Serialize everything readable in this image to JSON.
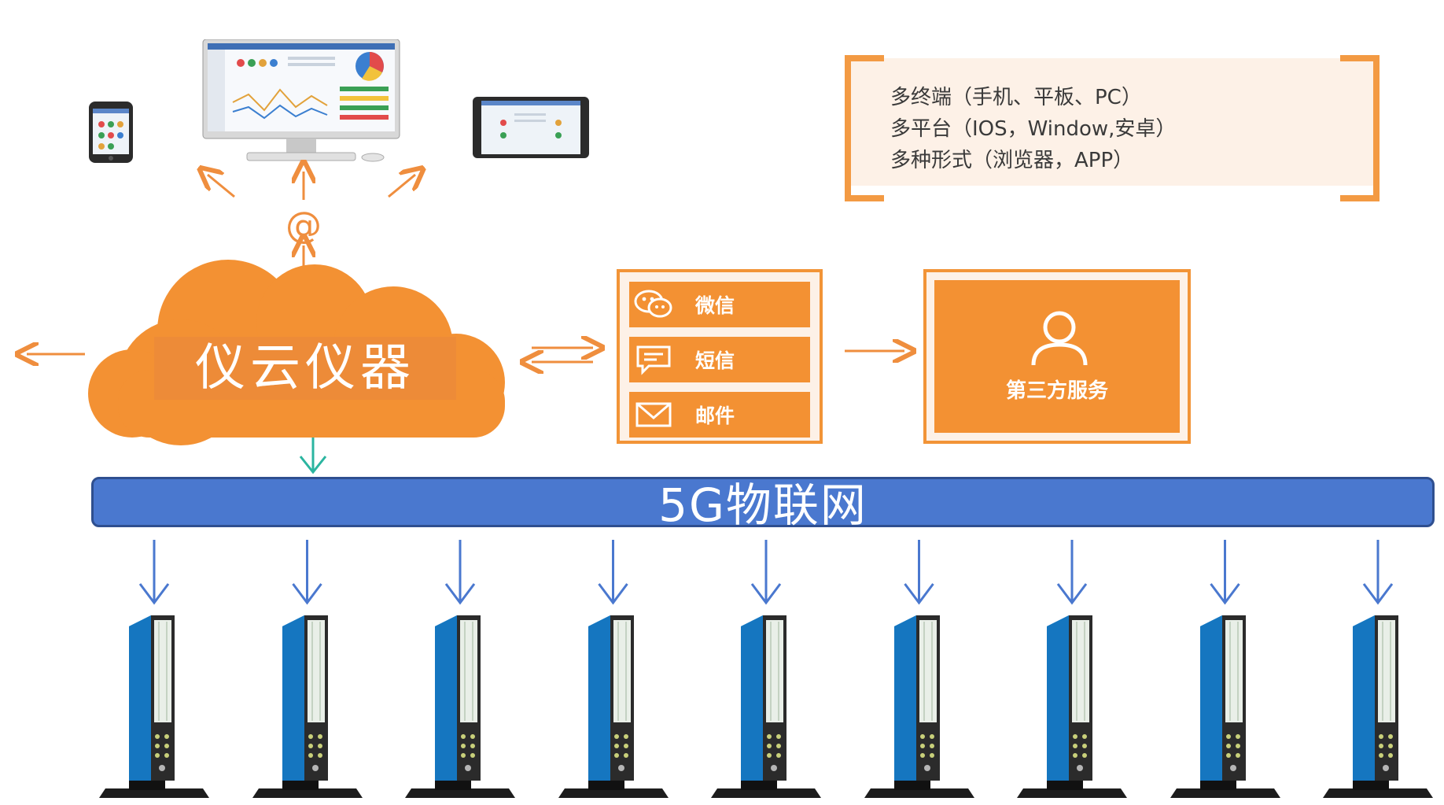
{
  "info_box": {
    "lines": [
      "多终端（手机、平板、PC）",
      "多平台（IOS，Window,安卓）",
      "多种形式（浏览器，APP）"
    ]
  },
  "cloud": {
    "label": "仪云仪器"
  },
  "connector": {
    "symbol": "@"
  },
  "notifications": {
    "items": [
      {
        "label": "微信",
        "icon": "wechat-icon"
      },
      {
        "label": "短信",
        "icon": "sms-icon"
      },
      {
        "label": "邮件",
        "icon": "mail-icon"
      }
    ]
  },
  "third_party": {
    "label": "第三方服务",
    "icon": "user-icon"
  },
  "iot_bar": {
    "label": "5G物联网"
  },
  "colors": {
    "orange": "#f39133",
    "orange_light": "#fdf1e7",
    "blue_bar": "#4a78cf",
    "arrow_blue": "#4a78cf",
    "arrow_teal": "#2bb5a0",
    "device_blue": "#1e90e6"
  },
  "gauge_count": 9
}
